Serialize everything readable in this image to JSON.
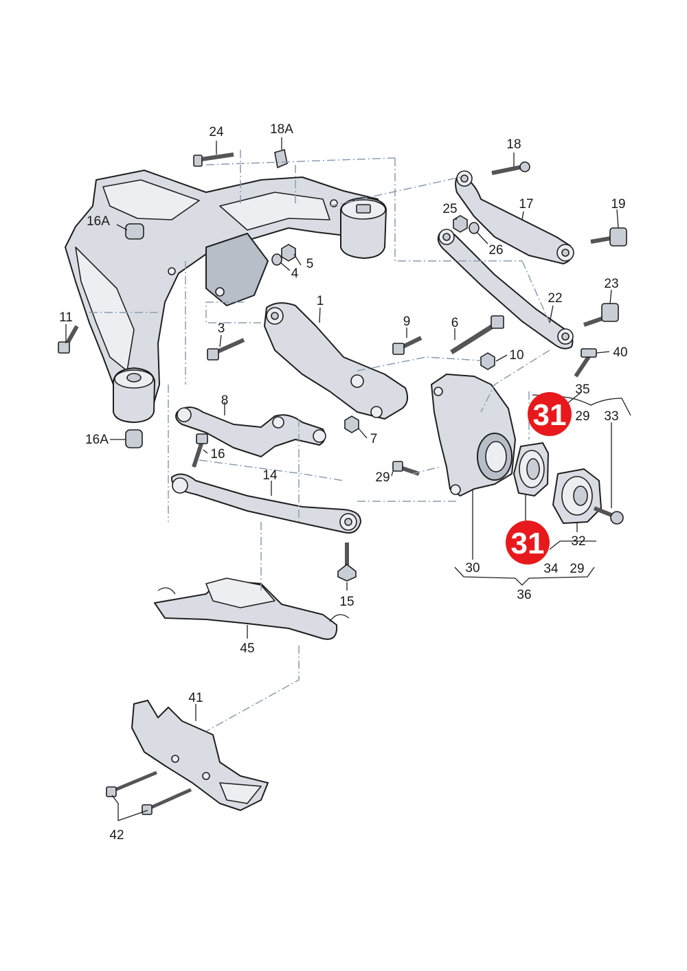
{
  "callouts": [
    {
      "id": "c24",
      "text": "24"
    },
    {
      "id": "c18A",
      "text": "18A"
    },
    {
      "id": "c18",
      "text": "18"
    },
    {
      "id": "c17",
      "text": "17"
    },
    {
      "id": "c19",
      "text": "19"
    },
    {
      "id": "c25",
      "text": "25"
    },
    {
      "id": "c26",
      "text": "26"
    },
    {
      "id": "c16A_top",
      "text": "16A"
    },
    {
      "id": "c5",
      "text": "5"
    },
    {
      "id": "c4",
      "text": "4"
    },
    {
      "id": "c1",
      "text": "1"
    },
    {
      "id": "c22",
      "text": "22"
    },
    {
      "id": "c23",
      "text": "23"
    },
    {
      "id": "c11",
      "text": "11"
    },
    {
      "id": "c3",
      "text": "3"
    },
    {
      "id": "c9",
      "text": "9"
    },
    {
      "id": "c6",
      "text": "6"
    },
    {
      "id": "c10",
      "text": "10"
    },
    {
      "id": "c40",
      "text": "40"
    },
    {
      "id": "c35",
      "text": "35"
    },
    {
      "id": "c29_a",
      "text": "29"
    },
    {
      "id": "c33",
      "text": "33"
    },
    {
      "id": "c8",
      "text": "8"
    },
    {
      "id": "c16A_bot",
      "text": "16A"
    },
    {
      "id": "c16",
      "text": "16"
    },
    {
      "id": "c7",
      "text": "7"
    },
    {
      "id": "c29_b",
      "text": "29"
    },
    {
      "id": "c14",
      "text": "14"
    },
    {
      "id": "c32",
      "text": "32"
    },
    {
      "id": "c30",
      "text": "30"
    },
    {
      "id": "c34",
      "text": "34"
    },
    {
      "id": "c29_c",
      "text": "29"
    },
    {
      "id": "c36",
      "text": "36"
    },
    {
      "id": "c15",
      "text": "15"
    },
    {
      "id": "c45",
      "text": "45"
    },
    {
      "id": "c41",
      "text": "41"
    },
    {
      "id": "c42",
      "text": "42"
    }
  ],
  "highlights": [
    {
      "id": "h1",
      "text": "31",
      "color": "#e8191c"
    },
    {
      "id": "h2",
      "text": "31",
      "color": "#e8191c"
    }
  ]
}
